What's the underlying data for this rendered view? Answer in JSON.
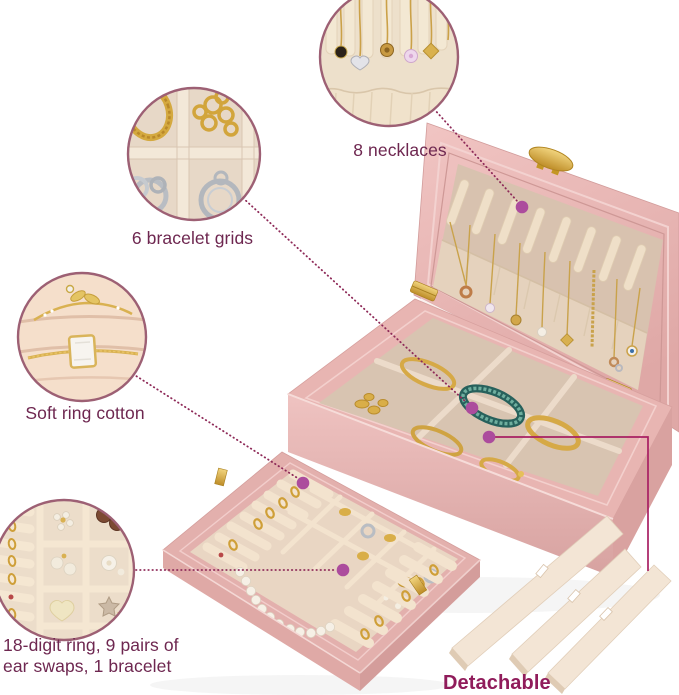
{
  "callouts": {
    "bracelet_grids": {
      "label": "6 bracelet grids"
    },
    "necklaces": {
      "label": "8 necklaces"
    },
    "ring_cotton": {
      "label": "Soft ring cotton"
    },
    "bottom_tray": {
      "line1": "18-digit ring, 9 pairs of",
      "line2": "ear swaps, 1 bracelet"
    },
    "detachable": {
      "label": "Detachable"
    }
  },
  "colors": {
    "callout_text": "#6E2750",
    "detachable_text": "#901C5B",
    "connector_dotted": "#8E2A58",
    "connector_solid": "#A81F63",
    "connector_dot": "#AC4C9D",
    "circle_border": "#9D6074",
    "box_pink": "#E8B5B2",
    "velvet_beige": "#D8C4B1",
    "gold": "#D2A43C",
    "divider_cream": "#F3E5D5",
    "background": "#FFFFFF"
  }
}
